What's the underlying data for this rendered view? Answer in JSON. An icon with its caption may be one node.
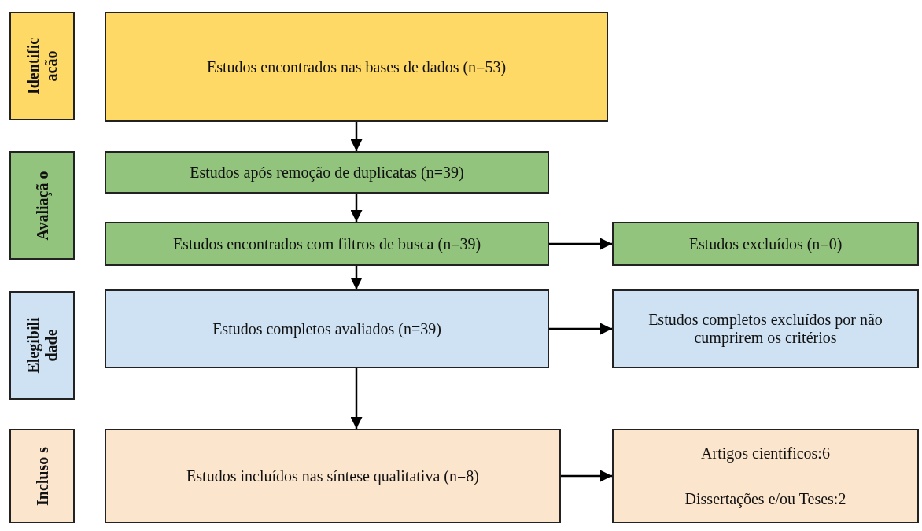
{
  "diagram": {
    "nodes": [
      {
        "text": [
          "Identific acão"
        ]
      },
      {
        "text": [
          "Estudos encontrados nas bases de dados (n=53)"
        ]
      },
      {
        "text": [
          "Avaliaçã o"
        ]
      },
      {
        "text": [
          "Estudos após remoção de duplicatas (n=39)"
        ]
      },
      {
        "text": [
          "Estudos encontrados com filtros de busca (n=39)"
        ]
      },
      {
        "text": [
          "Estudos excluídos (n=0)"
        ]
      },
      {
        "text": [
          "Elegibili dade"
        ]
      },
      {
        "text": [
          "Estudos completos avaliados (n=39)"
        ]
      },
      {
        "text": [
          "Estudos completos excluídos por não cumprirem os critérios"
        ]
      },
      {
        "text": [
          "Incluso s"
        ]
      },
      {
        "text": [
          "Estudos incluídos nas síntese qualitativa (n=8)"
        ]
      },
      {
        "text": [
          "Artigos científicos:6",
          "Dissertações e/ou Teses:2"
        ]
      }
    ],
    "edges": [
      {
        "from": 1,
        "to": 3,
        "arrow": "to"
      },
      {
        "from": 3,
        "to": 4,
        "arrow": "to"
      },
      {
        "from": 4,
        "to": 5,
        "arrow": "to"
      },
      {
        "from": 4,
        "to": 7,
        "arrow": "to"
      },
      {
        "from": 7,
        "to": 8,
        "arrow": "to"
      },
      {
        "from": 7,
        "to": 10,
        "arrow": "to"
      },
      {
        "from": 10,
        "to": 11,
        "arrow": "to"
      }
    ]
  }
}
